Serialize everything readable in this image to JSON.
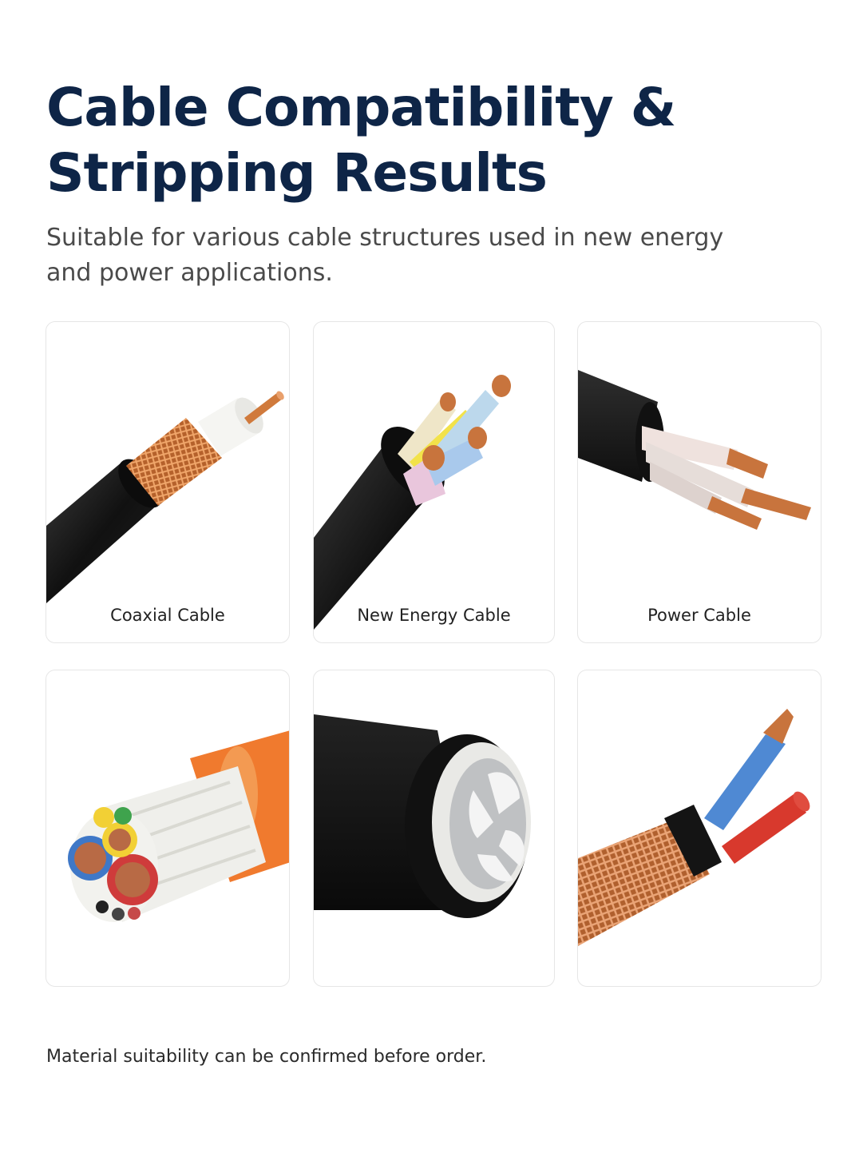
{
  "header": {
    "title": "Cable Compatibility & Stripping Results",
    "subtitle": "Suitable for various cable structures used in new energy and power applications."
  },
  "cards": [
    {
      "label": "Coaxial Cable",
      "image": "coaxial-cable-photo"
    },
    {
      "label": "New Energy Cable",
      "image": "new-energy-cable-photo"
    },
    {
      "label": "Power Cable",
      "image": "power-cable-photo"
    },
    {
      "label": "",
      "image": "multi-core-orange-cable-photo"
    },
    {
      "label": "",
      "image": "armored-sector-cable-photo"
    },
    {
      "label": "",
      "image": "shielded-braided-cable-photo"
    }
  ],
  "footer": {
    "note": "Material suitability can be confirmed before order."
  },
  "colors": {
    "title": "#0e2547",
    "subtitle": "#4a4a4a",
    "card_border": "#e6e6e6",
    "copper": "#c8743d",
    "jacket": "#1b1b1b",
    "orange_jacket": "#f07a2e"
  }
}
